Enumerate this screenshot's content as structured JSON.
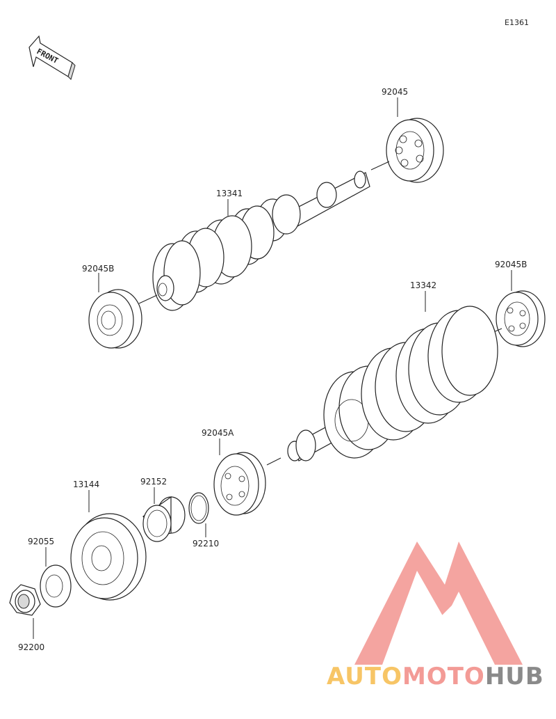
{
  "diagram": {
    "ref_code": "E1361",
    "front_label": "FRONT",
    "parts": [
      {
        "id": "p-92045",
        "label": "92045"
      },
      {
        "id": "p-13341",
        "label": "13341"
      },
      {
        "id": "p-92045B-top",
        "label": "92045B"
      },
      {
        "id": "p-92045B-right",
        "label": "92045B"
      },
      {
        "id": "p-13342",
        "label": "13342"
      },
      {
        "id": "p-92045A",
        "label": "92045A"
      },
      {
        "id": "p-92152",
        "label": "92152"
      },
      {
        "id": "p-13144",
        "label": "13144"
      },
      {
        "id": "p-92055",
        "label": "92055"
      },
      {
        "id": "p-92200",
        "label": "92200"
      },
      {
        "id": "p-92210",
        "label": "92210"
      }
    ]
  },
  "watermark": {
    "part1": "AUTO",
    "part2": "MOTO",
    "part3": "HUB",
    "colors": {
      "logo": "#f4a4a0",
      "auto": "#f7c566",
      "moto": "#f39b96",
      "hub": "#8a8a8a"
    }
  }
}
